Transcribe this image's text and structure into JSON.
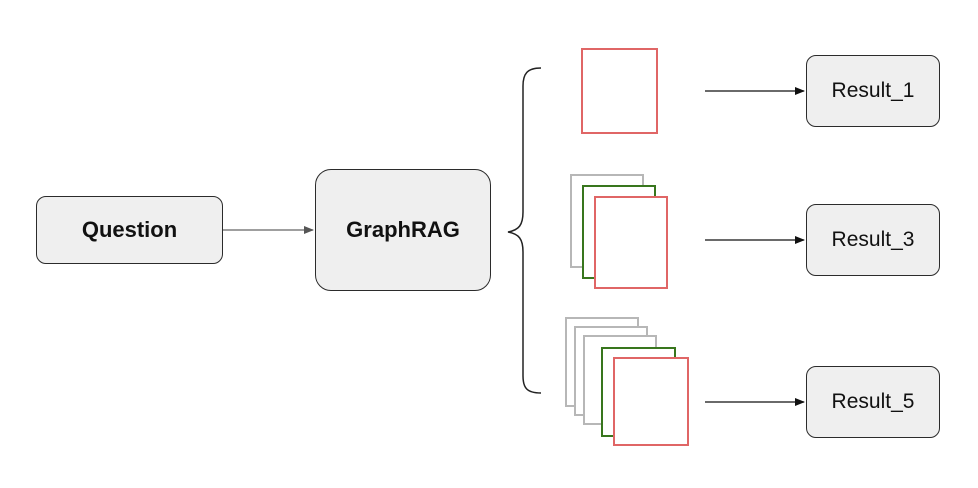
{
  "diagram": {
    "question_label": "Question",
    "graphrag_label": "GraphRAG",
    "results": [
      {
        "label": "Result_1",
        "doc_count": 1
      },
      {
        "label": "Result_3",
        "doc_count": 3
      },
      {
        "label": "Result_5",
        "doc_count": 5
      }
    ]
  },
  "colors": {
    "box_fill": "#efefef",
    "box_border": "#2b2b2b",
    "doc_top": "#e06666",
    "doc_second": "#38761d",
    "doc_back": "#b7b7b7",
    "arrow": "#666666"
  }
}
